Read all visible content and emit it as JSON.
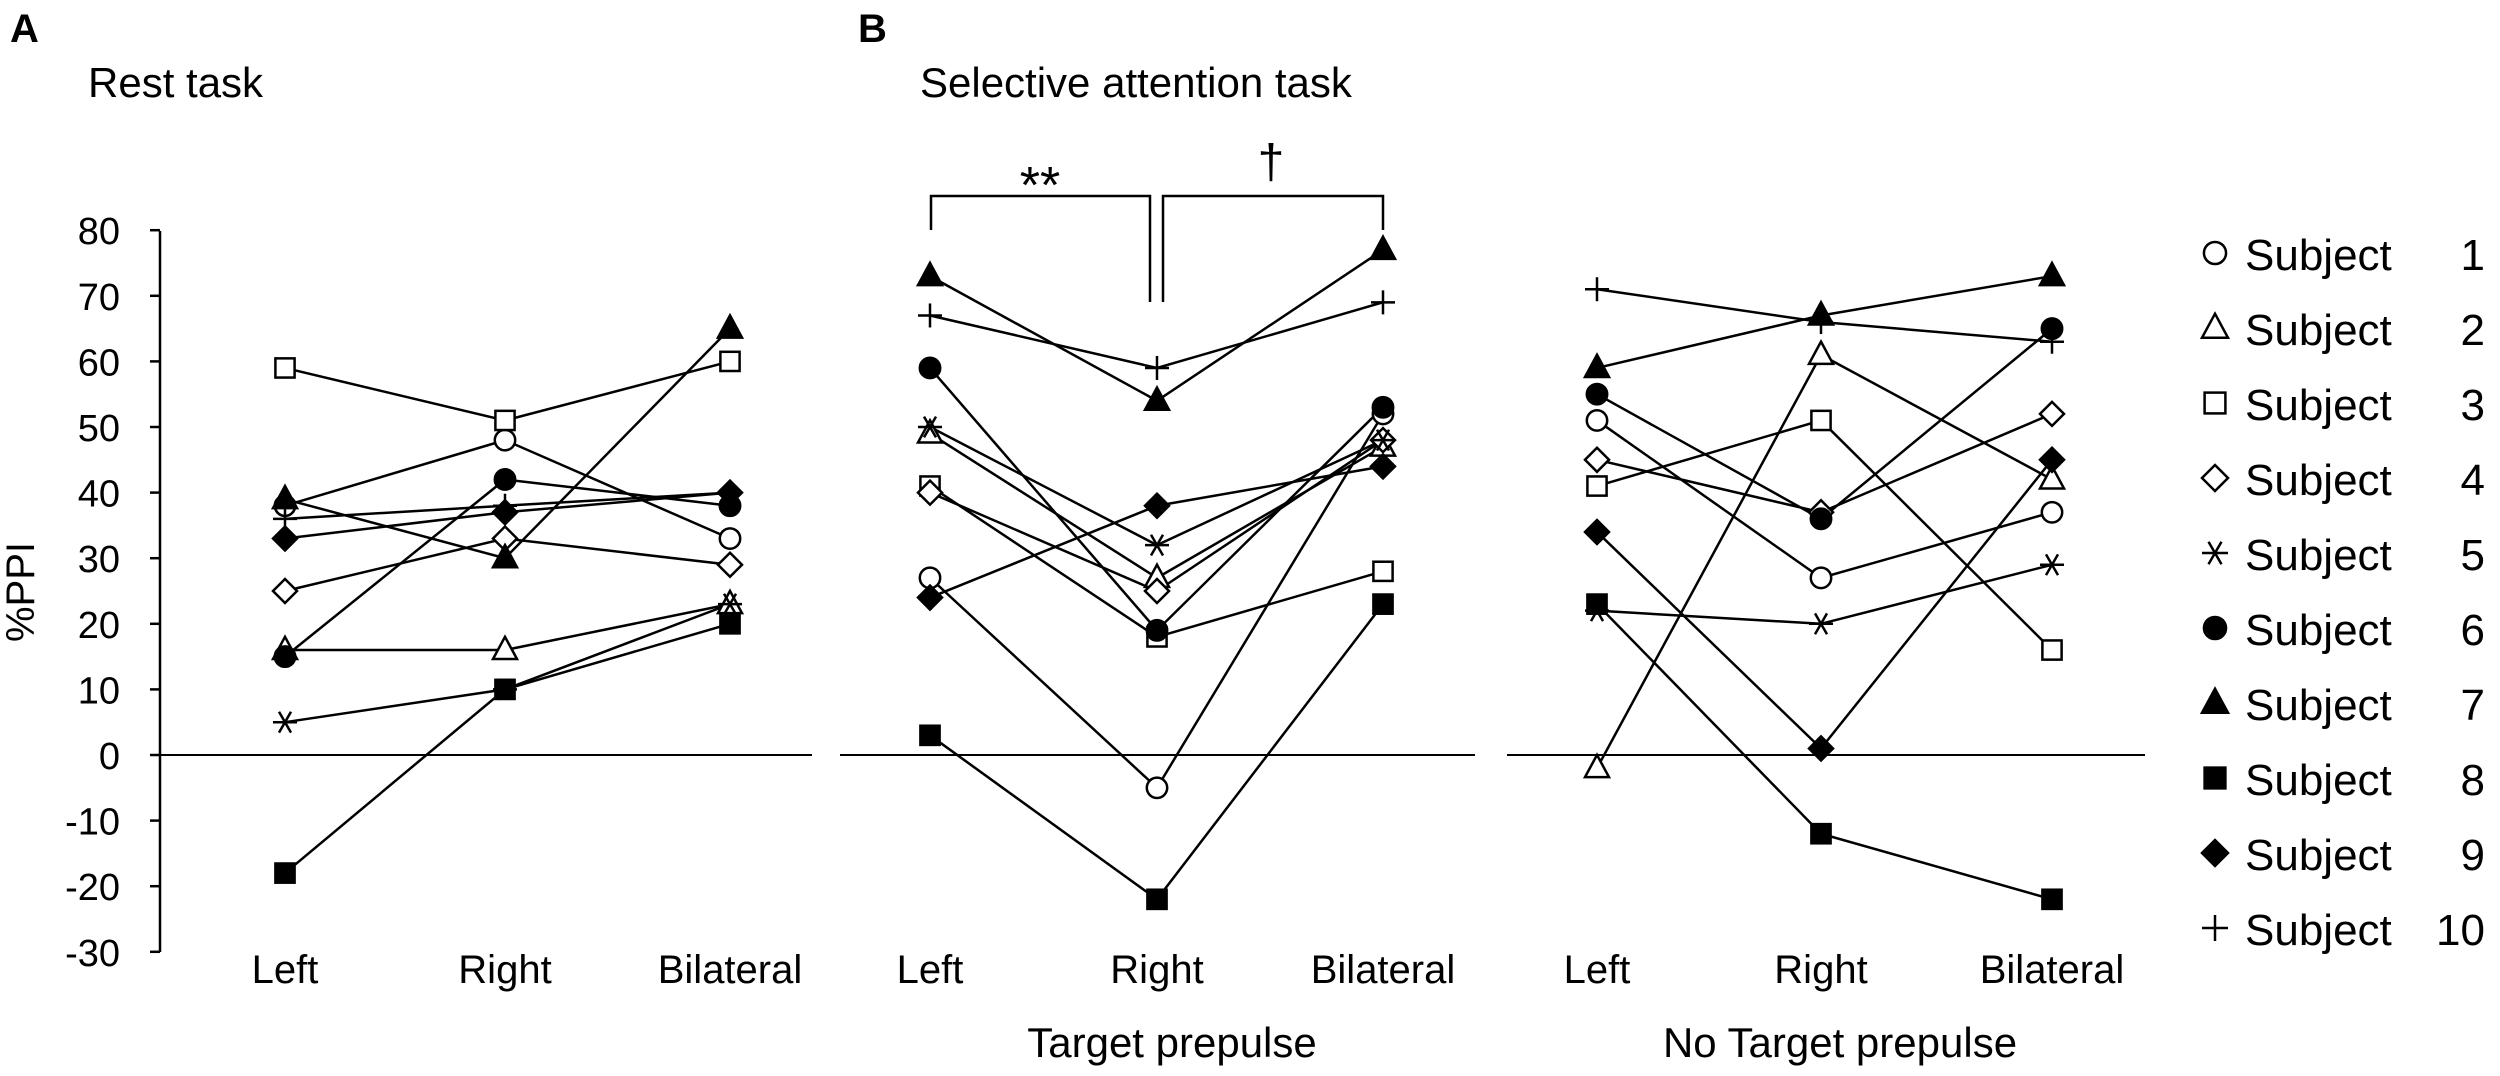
{
  "panel_labels": {
    "a": "A",
    "b": "B"
  },
  "panel_titles": {
    "rest": "Rest task",
    "selective": "Selective attention task"
  },
  "ylabel": "%PPI",
  "yticks": [
    "80",
    "70",
    "60",
    "50",
    "40",
    "30",
    "20",
    "10",
    "0",
    "-10",
    "-20",
    "-30"
  ],
  "group_labels": {
    "target": "Target prepulse",
    "no_target": "No Target prepulse"
  },
  "significance": {
    "left_vs_right": "**",
    "right_vs_bilateral": "†"
  },
  "legend": [
    {
      "label": "Subject",
      "num": "1",
      "marker": "open-circle"
    },
    {
      "label": "Subject",
      "num": "2",
      "marker": "open-triangle"
    },
    {
      "label": "Subject",
      "num": "3",
      "marker": "open-square"
    },
    {
      "label": "Subject",
      "num": "4",
      "marker": "open-diamond"
    },
    {
      "label": "Subject",
      "num": "5",
      "marker": "asterisk"
    },
    {
      "label": "Subject",
      "num": "6",
      "marker": "filled-circle"
    },
    {
      "label": "Subject",
      "num": "7",
      "marker": "filled-triangle"
    },
    {
      "label": "Subject",
      "num": "8",
      "marker": "filled-square"
    },
    {
      "label": "Subject",
      "num": "9",
      "marker": "filled-diamond"
    },
    {
      "label": "Subject",
      "num": "10",
      "marker": "plus"
    }
  ],
  "chart_data": [
    {
      "type": "line",
      "title": "Rest task",
      "ylabel": "%PPI",
      "ylim": [
        -30,
        80
      ],
      "categories": [
        "Left",
        "Right",
        "Bilateral"
      ],
      "series": [
        {
          "name": "Subject 1",
          "values": [
            38,
            48,
            33
          ]
        },
        {
          "name": "Subject 2",
          "values": [
            16,
            16,
            23
          ]
        },
        {
          "name": "Subject 3",
          "values": [
            59,
            51,
            60
          ]
        },
        {
          "name": "Subject 4",
          "values": [
            25,
            33,
            29
          ]
        },
        {
          "name": "Subject 5",
          "values": [
            5,
            10,
            23
          ]
        },
        {
          "name": "Subject 6",
          "values": [
            15,
            42,
            38
          ]
        },
        {
          "name": "Subject 7",
          "values": [
            39,
            30,
            65
          ]
        },
        {
          "name": "Subject 8",
          "values": [
            -18,
            10,
            20
          ]
        },
        {
          "name": "Subject 9",
          "values": [
            33,
            37,
            40
          ]
        },
        {
          "name": "Subject 10",
          "values": [
            36,
            38,
            40
          ]
        }
      ]
    },
    {
      "type": "line",
      "title": "Selective attention task",
      "xlabel": "Target prepulse",
      "ylim": [
        -30,
        80
      ],
      "categories": [
        "Left",
        "Right",
        "Bilateral"
      ],
      "series": [
        {
          "name": "Subject 1",
          "values": [
            27,
            -5,
            52
          ]
        },
        {
          "name": "Subject 2",
          "values": [
            49,
            27,
            47
          ]
        },
        {
          "name": "Subject 3",
          "values": [
            41,
            18,
            28
          ]
        },
        {
          "name": "Subject 4",
          "values": [
            40,
            25,
            48
          ]
        },
        {
          "name": "Subject 5",
          "values": [
            50,
            32,
            48
          ]
        },
        {
          "name": "Subject 6",
          "values": [
            59,
            19,
            53
          ]
        },
        {
          "name": "Subject 7",
          "values": [
            73,
            54,
            77
          ]
        },
        {
          "name": "Subject 8",
          "values": [
            3,
            -22,
            23
          ]
        },
        {
          "name": "Subject 9",
          "values": [
            24,
            38,
            44
          ]
        },
        {
          "name": "Subject 10",
          "values": [
            67,
            59,
            69
          ]
        }
      ]
    },
    {
      "type": "line",
      "title": "Selective attention task",
      "xlabel": "No Target prepulse",
      "ylim": [
        -30,
        80
      ],
      "categories": [
        "Left",
        "Right",
        "Bilateral"
      ],
      "series": [
        {
          "name": "Subject 1",
          "values": [
            51,
            27,
            37
          ]
        },
        {
          "name": "Subject 2",
          "values": [
            -2,
            61,
            42
          ]
        },
        {
          "name": "Subject 3",
          "values": [
            41,
            51,
            16
          ]
        },
        {
          "name": "Subject 4",
          "values": [
            45,
            37,
            52
          ]
        },
        {
          "name": "Subject 5",
          "values": [
            22,
            20,
            29
          ]
        },
        {
          "name": "Subject 6",
          "values": [
            55,
            36,
            65
          ]
        },
        {
          "name": "Subject 7",
          "values": [
            59,
            67,
            73
          ]
        },
        {
          "name": "Subject 8",
          "values": [
            23,
            -12,
            -22
          ]
        },
        {
          "name": "Subject 9",
          "values": [
            34,
            1,
            45
          ]
        },
        {
          "name": "Subject 10",
          "values": [
            71,
            66,
            63
          ]
        }
      ]
    }
  ]
}
